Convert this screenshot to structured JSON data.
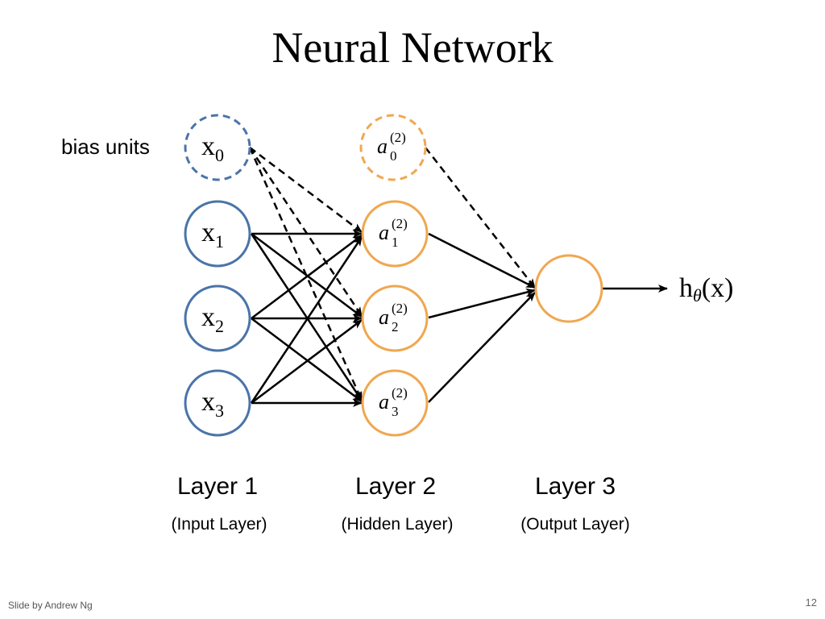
{
  "slide": {
    "title": "Neural Network",
    "footer_credit": "Slide by Andrew Ng",
    "page_number": "12"
  },
  "diagram": {
    "bias_label": "bias units",
    "colors": {
      "input": "#4a74a8",
      "hidden": "#f0a750",
      "output": "#f0a750",
      "edge": "#000000"
    },
    "input_nodes": [
      {
        "var": "x",
        "sub": "0",
        "bias": true
      },
      {
        "var": "x",
        "sub": "1",
        "bias": false
      },
      {
        "var": "x",
        "sub": "2",
        "bias": false
      },
      {
        "var": "x",
        "sub": "3",
        "bias": false
      }
    ],
    "hidden_nodes": [
      {
        "var": "a",
        "sub": "0",
        "sup": "(2)",
        "bias": true
      },
      {
        "var": "a",
        "sub": "1",
        "sup": "(2)",
        "bias": false
      },
      {
        "var": "a",
        "sub": "2",
        "sup": "(2)",
        "bias": false
      },
      {
        "var": "a",
        "sub": "3",
        "sup": "(2)",
        "bias": false
      }
    ],
    "output_label": {
      "h": "h",
      "theta": "θ",
      "open": "(",
      "x": "x",
      "close": ")"
    },
    "layers": [
      {
        "name": "Layer 1",
        "desc": "(Input Layer)"
      },
      {
        "name": "Layer 2",
        "desc": "(Hidden Layer)"
      },
      {
        "name": "Layer 3",
        "desc": "(Output Layer)"
      }
    ]
  }
}
